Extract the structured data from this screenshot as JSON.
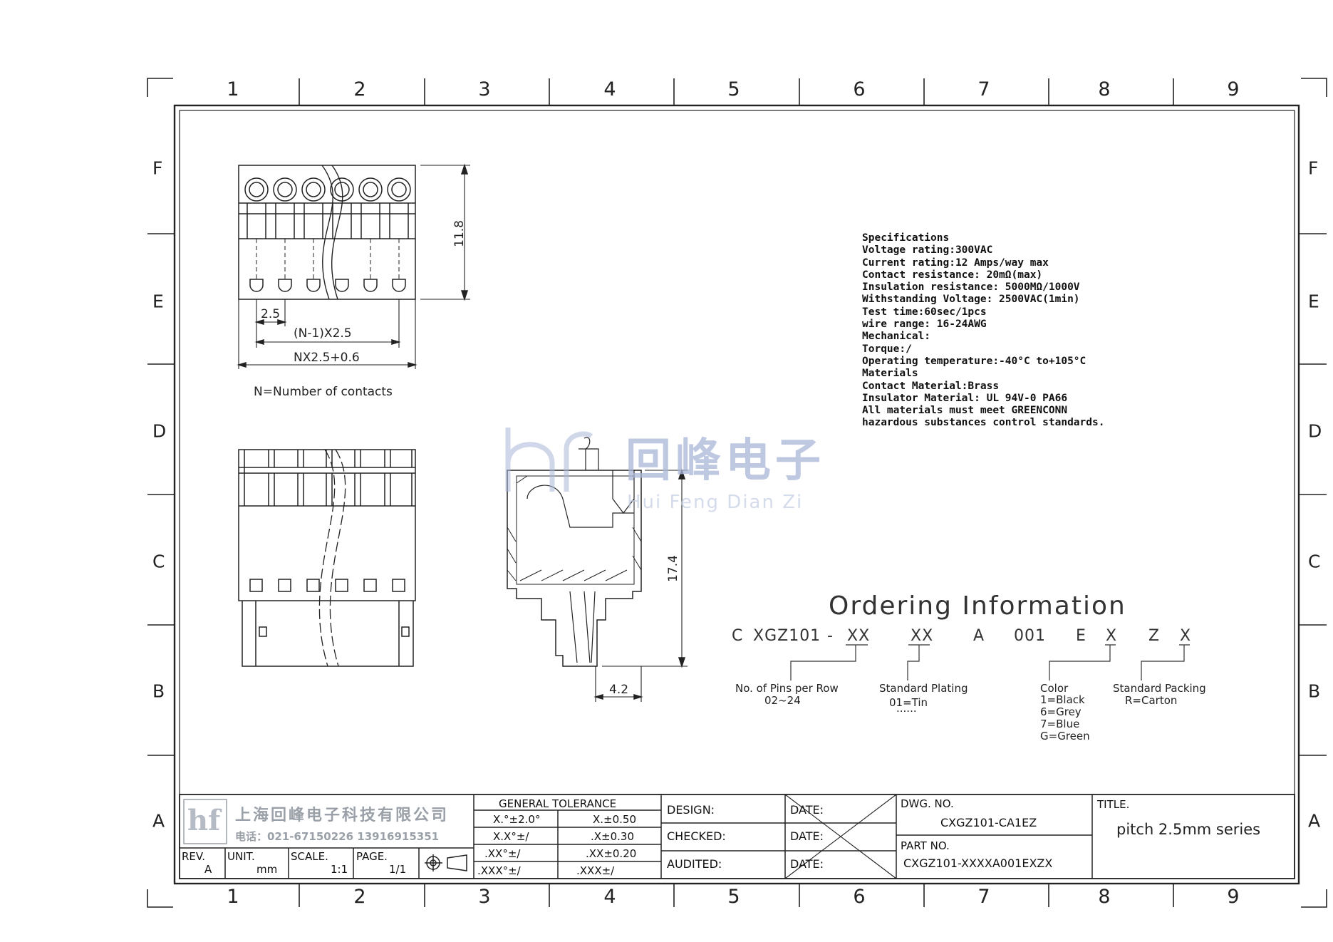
{
  "grid": {
    "columns": [
      "1",
      "2",
      "3",
      "4",
      "5",
      "6",
      "7",
      "8",
      "9"
    ],
    "rows": [
      "F",
      "E",
      "D",
      "C",
      "B",
      "A"
    ]
  },
  "top_view": {
    "dim_height": "11.8",
    "dim_pitch": "2.5",
    "dim_n_minus_1": "(N-1)X2.5",
    "dim_total": "NX2.5+0.6",
    "note": "N=Number of contacts"
  },
  "side_view": {
    "dim_height": "17.4",
    "dim_depth": "4.2"
  },
  "specifications": [
    "Specifications",
    "Voltage rating:300VAC",
    "Current rating:12 Amps/way max",
    "Contact resistance: 20mΩ(max)",
    "Insulation resistance: 5000MΩ/1000V",
    "Withstanding Voltage: 2500VAC(1min)",
    "Test time:60sec/1pcs",
    "wire range: 16-24AWG",
    "Mechanical:",
    "Torque:/",
    "Operating temperature:-40°C to+105°C",
    "Materials",
    "Contact Material:Brass",
    "Insulator Material: UL 94V-0 PA66",
    "All materials must meet GREENCONN",
    "hazardous substances control standards."
  ],
  "watermark": {
    "cn": "回峰电子",
    "en": "Hui Feng Dian Zi"
  },
  "ordering": {
    "title": "Ordering Information",
    "code": [
      "C",
      "XGZ101",
      "-",
      "XX",
      "XX",
      "A",
      "001",
      "E",
      "X",
      "Z",
      "X"
    ],
    "pins_label": "No. of Pins per Row",
    "pins_range": "02~24",
    "plating_label": "Standard Plating",
    "plating_value": "01=Tin",
    "plating_more": "......",
    "color_label": "Color",
    "color_values": [
      "1=Black",
      "6=Grey",
      "7=Blue",
      "G=Green"
    ],
    "packing_label": "Standard Packing",
    "packing_value": "R=Carton"
  },
  "title_block": {
    "company_cn": "上海回峰电子科技有限公司",
    "company_phone": "电话：021-67150226 13916915351",
    "rev_label": "REV.",
    "rev_value": "A",
    "unit_label": "UNIT.",
    "unit_value": "mm",
    "scale_label": "SCALE.",
    "scale_value": "1:1",
    "page_label": "PAGE.",
    "page_value": "1/1",
    "tolerance_header": "GENERAL TOLERANCE",
    "tolerance_left": [
      "X.°±2.0°",
      "X.X°±/",
      ".XX°±/",
      ".XXX°±/"
    ],
    "tolerance_right": [
      "X.±0.50",
      ".X±0.30",
      ".XX±0.20",
      ".XXX±/"
    ],
    "design_label": "DESIGN:",
    "checked_label": "CHECKED:",
    "audited_label": "AUDITED:",
    "date_label": "DATE:",
    "dwg_no_label": "DWG. NO.",
    "dwg_no_value": "CXGZ101-CA1EZ",
    "part_no_label": "PART NO.",
    "part_no_value": "CXGZ101-XXXXA001EXZX",
    "title_label": "TITLE.",
    "title_value": "pitch 2.5mm series"
  }
}
